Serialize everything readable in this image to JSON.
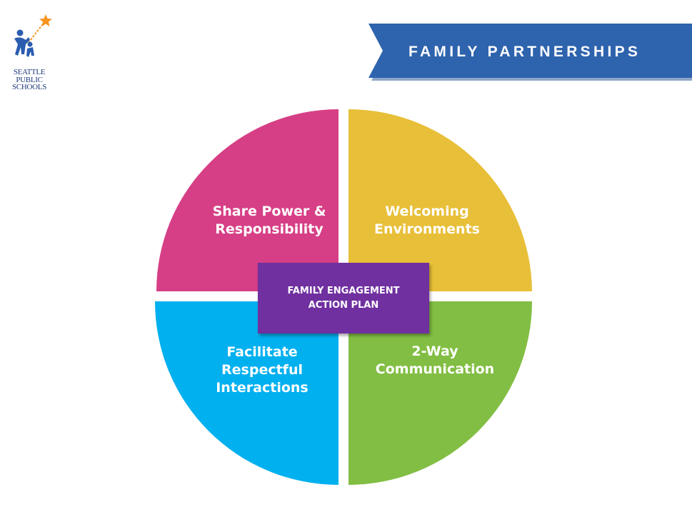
{
  "logo": {
    "lines": [
      "SEATTLE",
      "PUBLIC",
      "SCHOOLS"
    ],
    "star_color": "#f7941d",
    "figure_color": "#2a5db0"
  },
  "banner": {
    "title": "FAMILY PARTNERSHIPS",
    "color": "#2e63ad"
  },
  "diagram": {
    "quadrants": [
      {
        "position": "top-left",
        "lines": [
          "Share Power &",
          "Responsibility"
        ],
        "color": "#d63f86"
      },
      {
        "position": "top-right",
        "lines": [
          "Welcoming",
          "Environments"
        ],
        "color": "#e8bf38"
      },
      {
        "position": "bottom-left",
        "lines": [
          "Facilitate",
          "Respectful",
          "Interactions"
        ],
        "color": "#00b0ef"
      },
      {
        "position": "bottom-right",
        "lines": [
          "2-Way",
          "Communication"
        ],
        "color": "#82be43"
      }
    ],
    "center": {
      "lines": [
        "FAMILY ENGAGEMENT",
        "ACTION PLAN"
      ],
      "color": "#7030a0"
    }
  }
}
